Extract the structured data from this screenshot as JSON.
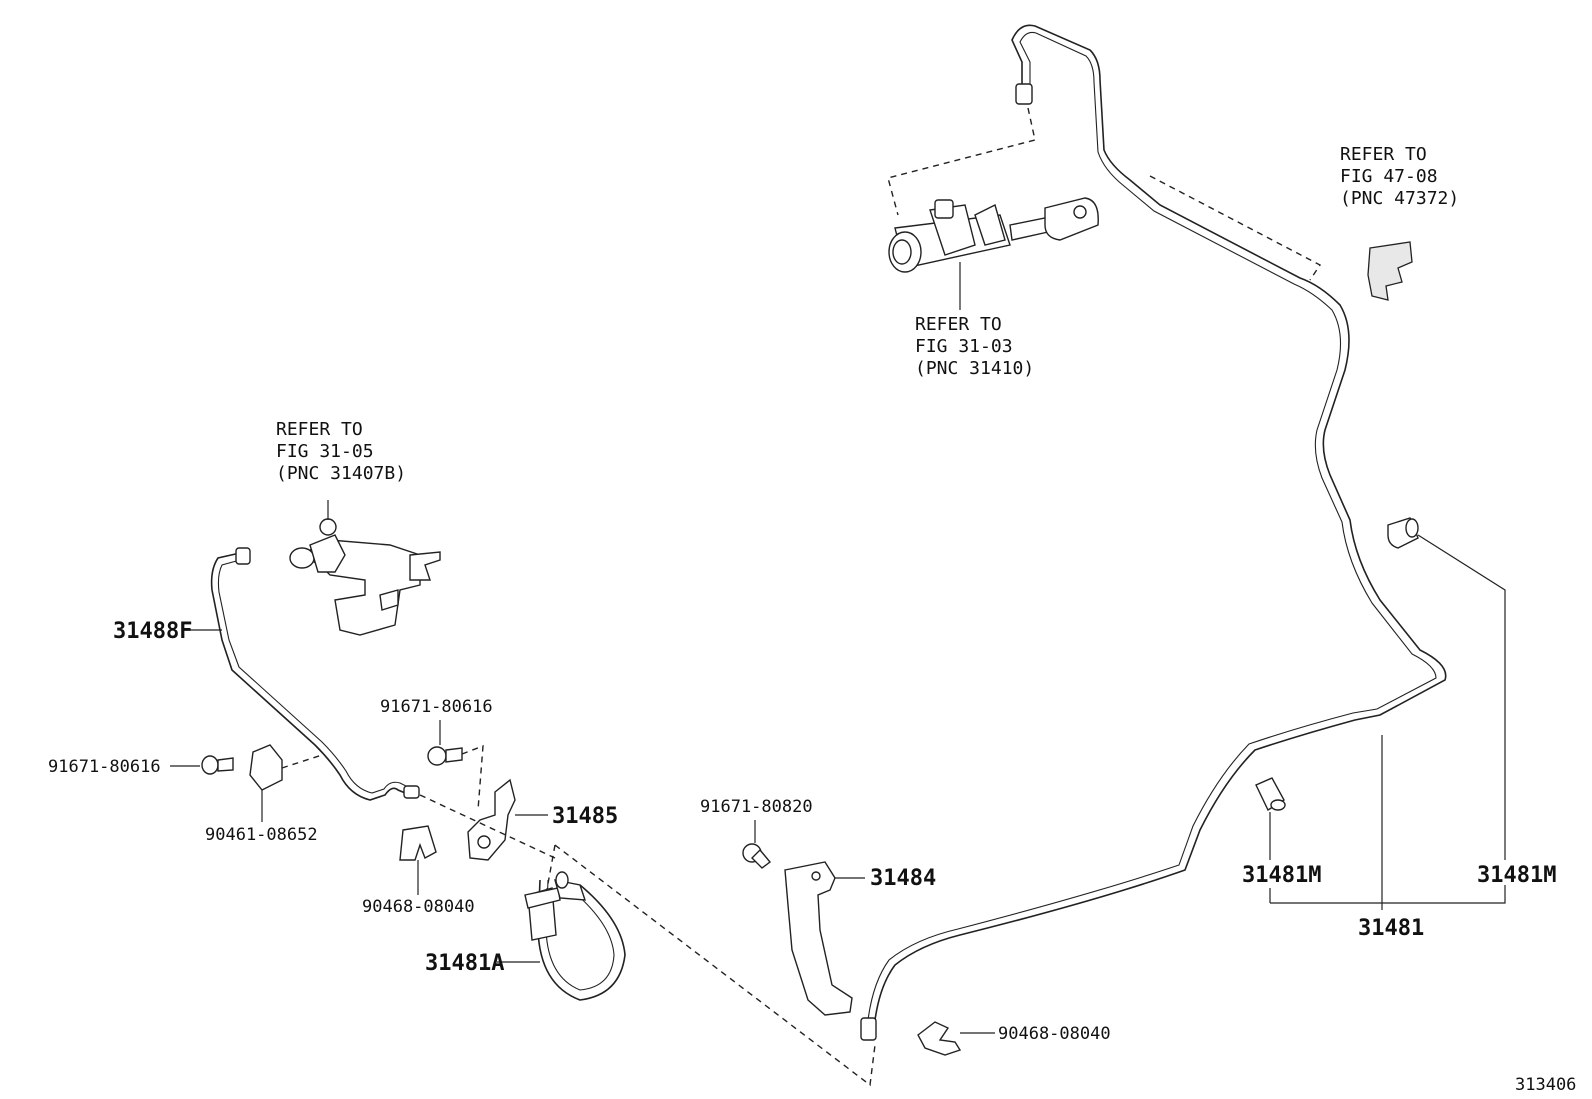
{
  "refs": {
    "ref1": {
      "line1": "REFER TO",
      "line2": "FIG 47-08",
      "line3": "(PNC 47372)"
    },
    "ref2": {
      "line1": "REFER TO",
      "line2": "FIG 31-03",
      "line3": "(PNC 31410)"
    },
    "ref3": {
      "line1": "REFER TO",
      "line2": "FIG 31-05",
      "line3": "(PNC 31407B)"
    }
  },
  "labels": {
    "p31488F": "31488F",
    "p91671_80616_a": "91671-80616",
    "p91671_80616_b": "91671-80616",
    "p90461_08652": "90461-08652",
    "p31485": "31485",
    "p90468_08040_a": "90468-08040",
    "p31481A": "31481A",
    "p91671_80820": "91671-80820",
    "p31484": "31484",
    "p90468_08040_b": "90468-08040",
    "p31481M_a": "31481M",
    "p31481M_b": "31481M",
    "p31481": "31481"
  },
  "figure_id": "313406"
}
